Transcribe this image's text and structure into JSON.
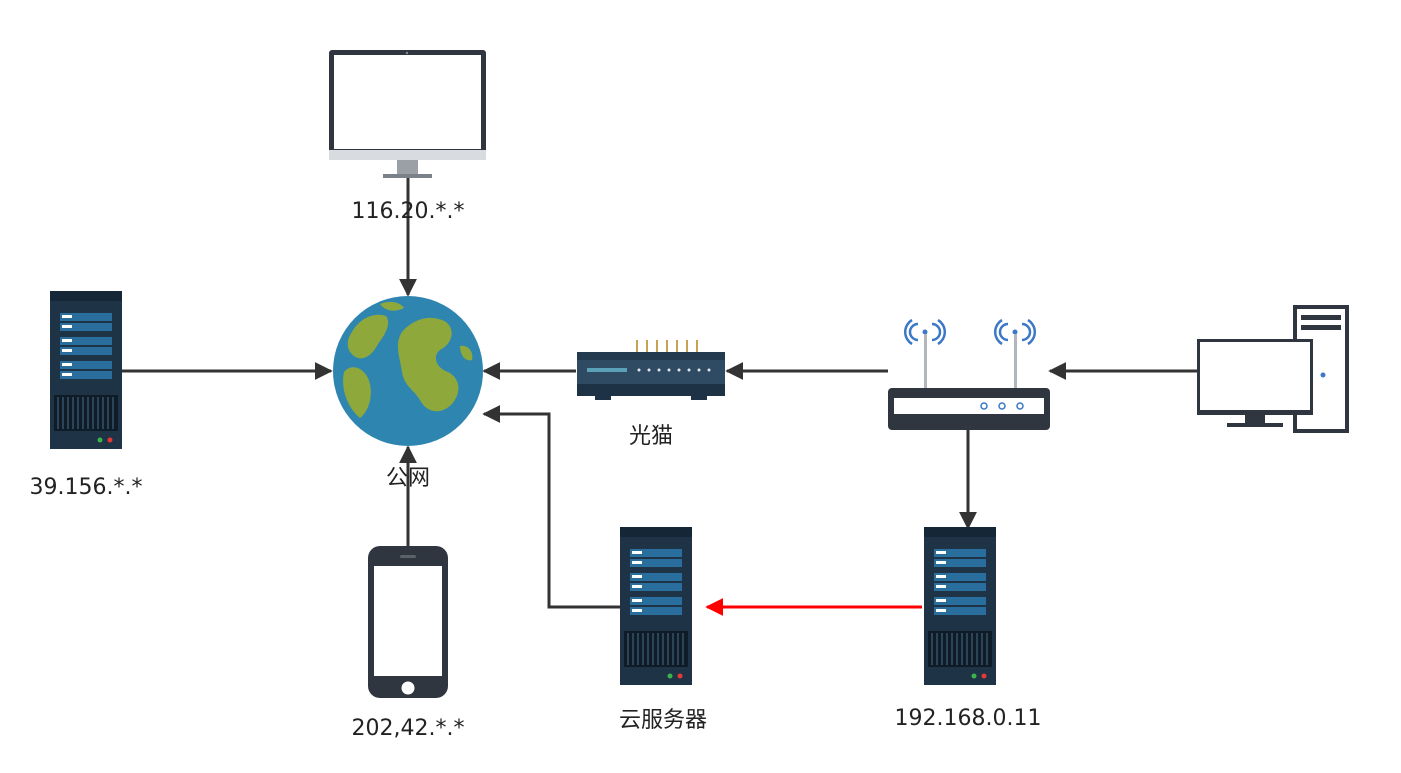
{
  "nodes": {
    "top_monitor": {
      "label": "116.20.*.*",
      "icon": "monitor-icon"
    },
    "left_server": {
      "label": "39.156.*.*",
      "icon": "server-icon"
    },
    "internet": {
      "label": "公网",
      "icon": "globe-icon"
    },
    "phone": {
      "label": "202,42.*.*",
      "icon": "smartphone-icon"
    },
    "modem": {
      "label": "光猫",
      "icon": "modem-icon"
    },
    "router": {
      "label": "",
      "icon": "wifi-router-icon"
    },
    "desktop_pc": {
      "label": "",
      "icon": "desktop-pc-icon"
    },
    "cloud_server": {
      "label": "云服务器",
      "icon": "server-icon"
    },
    "local_server": {
      "label": "192.168.0.11",
      "icon": "server-icon"
    }
  },
  "colors": {
    "edge": "#333333",
    "edge_highlight": "#ff0000",
    "server_body": "#1e3346",
    "server_bar": "#2a6e9e",
    "globe_ocean": "#2e86b0",
    "globe_land": "#8ea83c",
    "device_dark": "#2f3640"
  }
}
